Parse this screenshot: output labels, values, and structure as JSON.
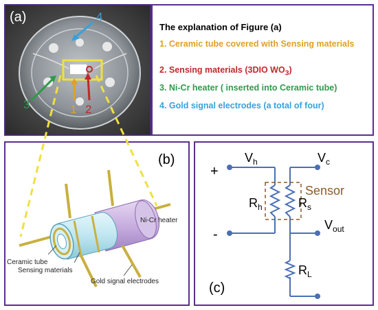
{
  "panel_a": {
    "label": "(a)",
    "photo_numbers": [
      "1",
      "2",
      "3",
      "4"
    ],
    "explanation_title": "The explanation of Figure (a)",
    "items": [
      {
        "text": "1.  Ceramic tube covered with Sensing materials",
        "color": "#e0a020"
      },
      {
        "text": "2.  Sensing materials (3DIO WO",
        "sub": "3",
        "tail": ")",
        "color": "#c0282a"
      },
      {
        "text": "3. Ni-Cr heater ( inserted into Ceramic tube)",
        "color": "#2e9a4a"
      },
      {
        "text": "4. Gold signal electrodes (a total of four)",
        "color": "#3aa0d8"
      }
    ]
  },
  "panel_b": {
    "label": "(b)",
    "callouts": {
      "heater": "Ni-Cr heater",
      "ceramic": "Ceramic tube",
      "sensing": "Sensing materials",
      "electrodes": "Gold signal electrodes"
    }
  },
  "panel_c": {
    "label": "(c)",
    "plus": "+",
    "minus": "-",
    "vh": {
      "main": "V",
      "sub": "h"
    },
    "vc": {
      "main": "V",
      "sub": "c"
    },
    "vout": {
      "main": "V",
      "sub": "out"
    },
    "rh": {
      "main": "R",
      "sub": "h"
    },
    "rs": {
      "main": "R",
      "sub": "s"
    },
    "rl": {
      "main": "R",
      "sub": "L"
    },
    "sensor": "Sensor"
  },
  "colors": {
    "border": "#5b2d8e",
    "circuit": "#4a6fb5",
    "sensor_text": "#8a5a2a",
    "yellow_dash": "#f0e040"
  }
}
